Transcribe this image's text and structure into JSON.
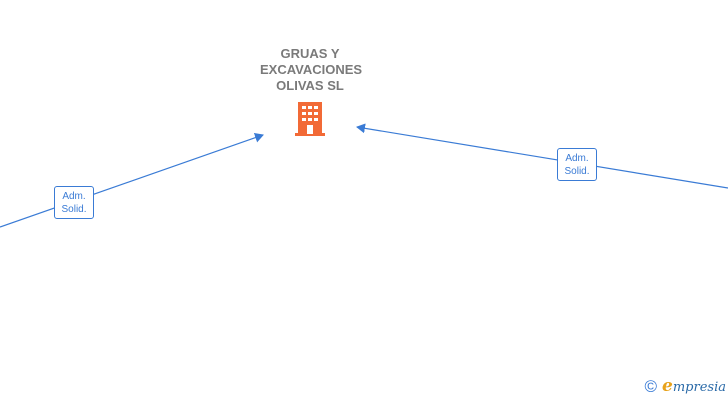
{
  "company": {
    "name": "GRUAS Y EXCAVACIONES OLIVAS  SL",
    "icon": "building-icon",
    "icon_color": "#f26a36"
  },
  "relations": [
    {
      "label_line1": "Adm.",
      "label_line2": "Solid."
    },
    {
      "label_line1": "Adm.",
      "label_line2": "Solid."
    }
  ],
  "colors": {
    "link": "#3a7bd5",
    "name_text": "#7a7a7a"
  },
  "footer": {
    "copyright_symbol": "©",
    "brand_initial": "e",
    "brand_rest": "mpresia"
  }
}
